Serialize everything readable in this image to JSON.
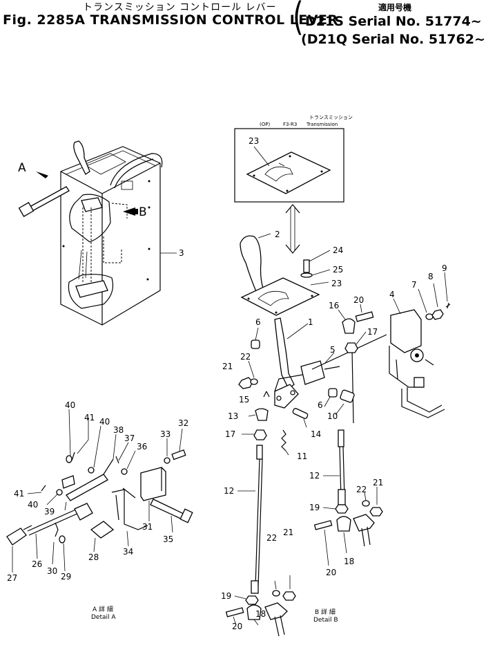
{
  "header": {
    "title_jp": "トランスミッション コントロール レバー",
    "title": "Fig. 2285A TRANSMISSION CONTROL LEVER",
    "applicable_jp": "適用号機",
    "serial_1": "D21S Serial No. 51774~",
    "serial_2": "D21Q Serial No. 51762~"
  },
  "overview": {
    "view_a": "A",
    "view_b": "B",
    "part_3": "3"
  },
  "option_box": {
    "op_label": "(OP)",
    "f3r3": "F3-R3",
    "transmission_jp": "トランスミッション",
    "transmission": "Transmission",
    "part_23": "23"
  },
  "detail_b_labels": {
    "p1": "1",
    "p2": "2",
    "p4": "4",
    "p5": "5",
    "p6a": "6",
    "p6b": "6",
    "p7": "7",
    "p8": "8",
    "p9": "9",
    "p10": "10",
    "p11": "11",
    "p12a": "12",
    "p12b": "12",
    "p13": "13",
    "p14": "14",
    "p15": "15",
    "p16": "16",
    "p17a": "17",
    "p17b": "17",
    "p18a": "18",
    "p18b": "18",
    "p19a": "19",
    "p19b": "19",
    "p20a": "20",
    "p20b": "20",
    "p20c": "20",
    "p21a": "21",
    "p21b": "21",
    "p21c": "21",
    "p22a": "22",
    "p22b": "22",
    "p22c": "22",
    "p23": "23",
    "p24": "24",
    "p25": "25"
  },
  "detail_a_labels": {
    "p26": "26",
    "p27": "27",
    "p28": "28",
    "p29": "29",
    "p30": "30",
    "p31": "31",
    "p32": "32",
    "p33": "33",
    "p34": "34",
    "p35": "35",
    "p36": "36",
    "p37": "37",
    "p38": "38",
    "p39": "39",
    "p40a": "40",
    "p40b": "40",
    "p40c": "40",
    "p41a": "41",
    "p41b": "41"
  },
  "captions": {
    "detail_a_jp": "A 詳 細",
    "detail_a": "Detail A",
    "detail_b_jp": "B 詳 細",
    "detail_b": "Detail B"
  }
}
